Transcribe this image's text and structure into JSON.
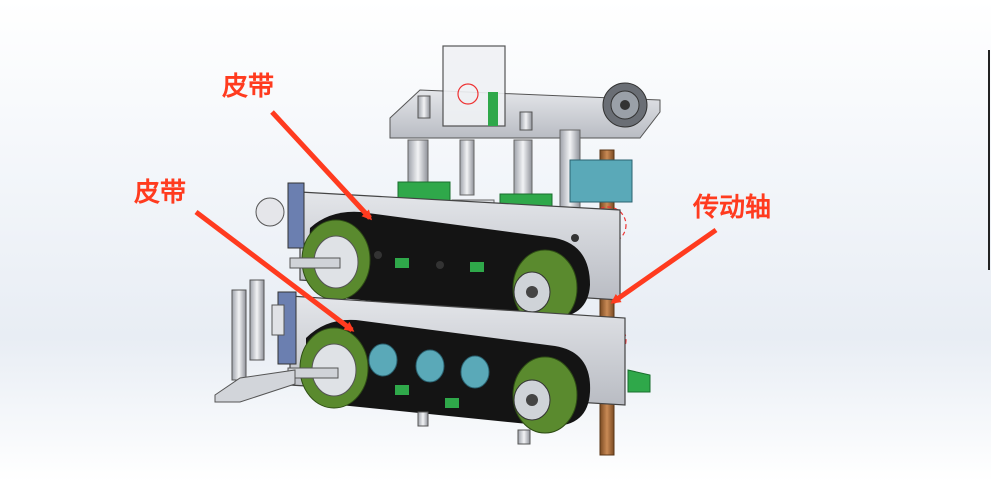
{
  "callouts": {
    "belt_top": "皮带",
    "belt_left": "皮带",
    "drive_shaft": "传动轴"
  },
  "colors": {
    "callout_red": "#ff3b1f",
    "belt_black": "#141414",
    "pulley_green": "#5a8a2e",
    "block_green": "#2fa84a",
    "frame_gray": "#c9ccd2",
    "shaft_copper": "#a86a3a",
    "bearing_teal": "#5aa9b8"
  },
  "icons": [
    "belt-assembly-drawing",
    "arrow-pointer"
  ]
}
